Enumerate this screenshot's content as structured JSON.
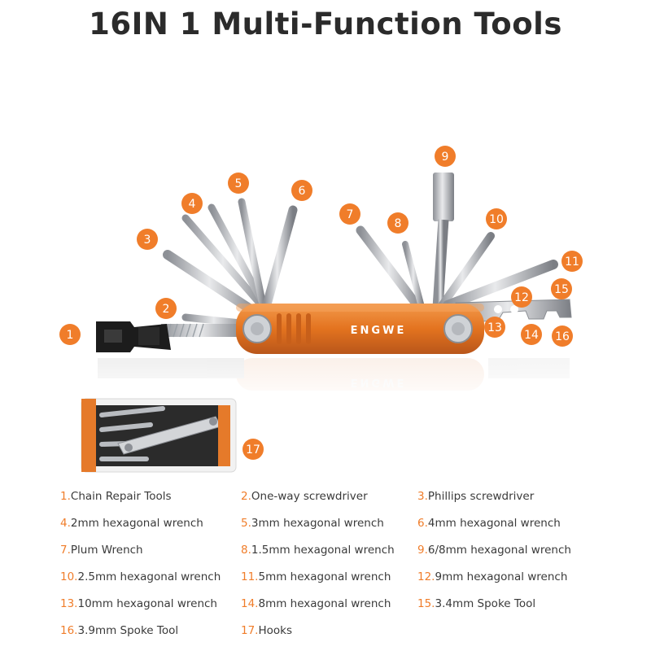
{
  "title": "16IN 1 Multi-Function Tools",
  "brand": "ENGWE",
  "colors": {
    "accent": "#f07d2a",
    "body": "#e57a2a",
    "text": "#3a3a3a",
    "title": "#2b2b2b"
  },
  "badges": [
    "1",
    "2",
    "3",
    "4",
    "5",
    "6",
    "7",
    "8",
    "9",
    "10",
    "11",
    "12",
    "13",
    "14",
    "15",
    "16",
    "17"
  ],
  "legend": [
    {
      "num": "1.",
      "label": "Chain Repair Tools"
    },
    {
      "num": "2.",
      "label": "One-way screwdriver"
    },
    {
      "num": "3.",
      "label": "Phillips screwdriver"
    },
    {
      "num": "4.",
      "label": "2mm hexagonal wrench"
    },
    {
      "num": "5.",
      "label": "3mm hexagonal wrench"
    },
    {
      "num": "6.",
      "label": "4mm hexagonal wrench"
    },
    {
      "num": "7.",
      "label": "Plum Wrench"
    },
    {
      "num": "8.",
      "label": "1.5mm hexagonal wrench"
    },
    {
      "num": "9.",
      "label": "6/8mm hexagonal wrench"
    },
    {
      "num": "10.",
      "label": "2.5mm hexagonal wrench"
    },
    {
      "num": "11.",
      "label": "5mm hexagonal wrench"
    },
    {
      "num": "12.",
      "label": "9mm hexagonal wrench"
    },
    {
      "num": "13.",
      "label": "10mm hexagonal wrench"
    },
    {
      "num": "14.",
      "label": "8mm hexagonal wrench"
    },
    {
      "num": "15.",
      "label": "3.4mm Spoke Tool"
    },
    {
      "num": "16.",
      "label": "3.9mm Spoke Tool"
    },
    {
      "num": "17.",
      "label": "Hooks"
    }
  ]
}
